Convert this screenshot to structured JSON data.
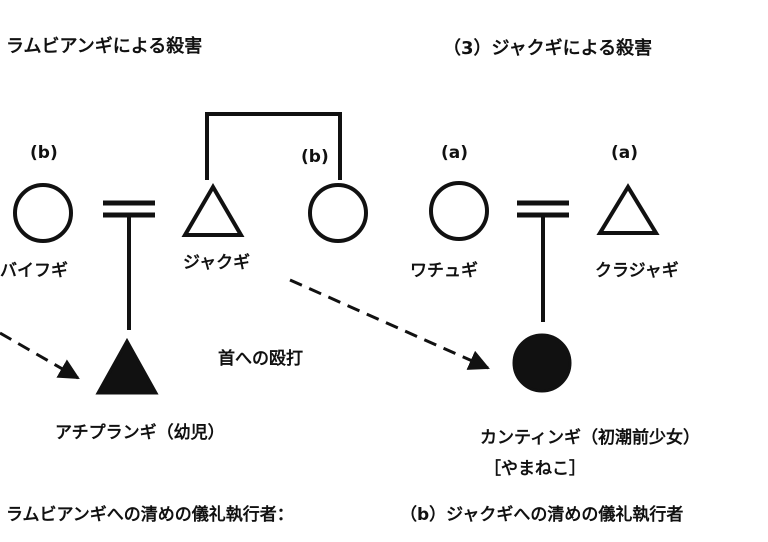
{
  "headings": {
    "left": "ラムビアンギによる殺害",
    "right": "（3）ジャクギによる殺害"
  },
  "markers": {
    "baifugi": "(b)",
    "sibling": "(b)",
    "wachugi": "(a)",
    "kurajyagi": "(a)"
  },
  "names": {
    "baifugi": "バイフギ",
    "jyakugi": "ジャクギ",
    "wachugi": "ワチュギ",
    "kurajyagi": "クラジャギ",
    "achipurangi": "アチプランギ（幼児）",
    "kantingi": "カンティンギ（初潮前少女）"
  },
  "annotations": {
    "neck_blow": "首への殴打",
    "source_note": "［やまねこ］"
  },
  "footer": {
    "left": "ラムビアンギへの清めの儀礼執行者：",
    "right": "（b）ジャクギへの清めの儀礼執行者"
  },
  "colors": {
    "ink": "#111111",
    "background": "#ffffff"
  }
}
